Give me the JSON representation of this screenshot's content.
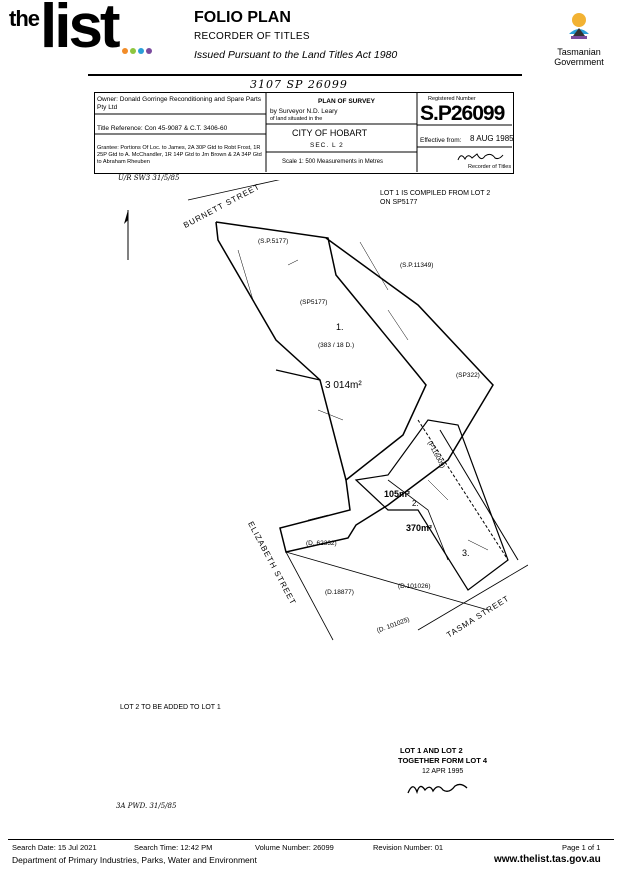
{
  "header": {
    "logo_the": "the",
    "logo_list": "list",
    "title": "FOLIO PLAN",
    "subtitle": "RECORDER OF TITLES",
    "issued": "Issued Pursuant to the Land Titles Act 1980",
    "gov_line1": "Tasmanian",
    "gov_line2": "Government",
    "dot_colors": [
      "#f28c28",
      "#8dc63f",
      "#2a9fd8",
      "#7a4a9e"
    ]
  },
  "plan": {
    "top_handwriting": "3107   SP 26099",
    "owner": "Owner: Donald Gorringe Reconditioning and Spare Parts Pty Ltd",
    "title_reference": "Title Reference: Con 45-9087 & C.T. 3406-60",
    "grantee": "Grantee: Portions Of Loc. to James, 2A 30P Gtd to Robt Frost, 1R 25P Gtd to A. McChandler, 1R 14P Gtd to Jm Brown & 2A 34P Gtd to Abraham Rheuben",
    "plan_of_survey": "PLAN OF SURVEY",
    "surveyor": "by Surveyor  N.D. Leary",
    "land_situated": "of land situated in the",
    "city": "CITY OF HOBART",
    "sec": "SEC.  L 2",
    "scale": "Scale 1: 500 Measurements in Metres",
    "registered_number_label": "Registered Number",
    "registered_number": "S.P26099",
    "effective_from_label": "Effective from:",
    "effective_from": "8 AUG 1985",
    "recorder": "Recorder of Titles",
    "ur_note": "U/R SW3  31/5/85",
    "lot1_note": "LOT 1 IS COMPILED FROM LOT 2 ON SP5177",
    "street1": "BURNETT   STREET",
    "street2": "ELIZABETH   STREET",
    "street3": "TASMA  STREET",
    "area1": "3 014m²",
    "area2": "105m²",
    "area3": "370m²",
    "lot_label1": "1.",
    "lot_label2": "2.",
    "lot_label3": "3.",
    "ref_sp5177a": "(S.P.5177)",
    "ref_sp5177b": "(SP5177)",
    "ref_383": "(383 / 18 D.)",
    "ref_sp11349": "(S.P.11349)",
    "ref_sp322": "(SP322)",
    "ref_p116009": "(P116009)",
    "ref_d62332": "(D. 62332)",
    "ref_d18877": "(D.18877)",
    "ref_d101026": "(D.101026)",
    "ref_d101025": "(D. 101025)",
    "lot2_note": "LOT 2 TO BE ADDED TO LOT 1",
    "together_line1": "LOT 1  AND LOT 2",
    "together_line2": "TOGETHER FORM LOT 4",
    "together_date": "12 APR 1995",
    "bottom_handwriting": "3A PWD.  31/5/85"
  },
  "footer": {
    "search_date": "Search Date: 15 Jul 2021",
    "search_time": "Search Time: 12:42 PM",
    "volume": "Volume Number: 26099",
    "revision": "Revision Number: 01",
    "page": "Page 1 of 1",
    "department": "Department of Primary Industries, Parks, Water and Environment",
    "url": "www.thelist.tas.gov.au"
  }
}
